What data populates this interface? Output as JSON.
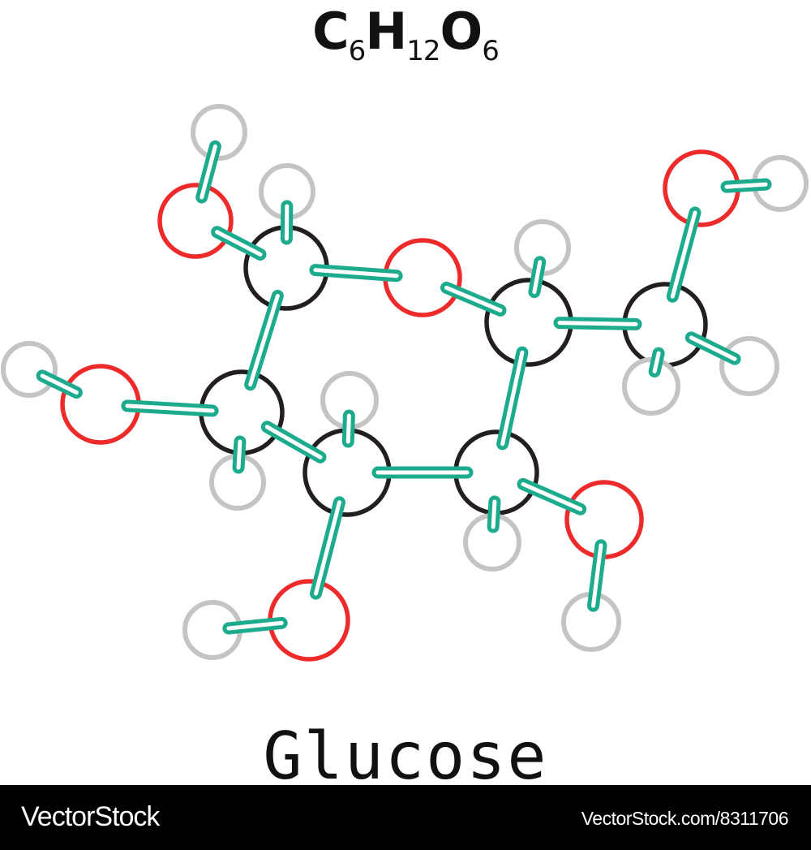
{
  "formula": {
    "parts": [
      {
        "symbol": "C",
        "count": "6"
      },
      {
        "symbol": "H",
        "count": "12"
      },
      {
        "symbol": "O",
        "count": "6"
      }
    ]
  },
  "molecule_name": "Glucose",
  "colors": {
    "C": "#231f20",
    "O": "#ee2a2a",
    "H": "#c4c4c4",
    "bond": "#1cab8c"
  },
  "atoms": [
    "C",
    "C",
    "C",
    "C",
    "C",
    "C",
    "O",
    "O",
    "O",
    "O",
    "O",
    "O",
    "H",
    "H",
    "H",
    "H",
    "H",
    "H",
    "H",
    "H",
    "H",
    "H",
    "H",
    "H"
  ],
  "bonds": [
    [
      0,
      6
    ],
    [
      0,
      1
    ],
    [
      1,
      2
    ],
    [
      2,
      3
    ],
    [
      3,
      4
    ],
    [
      4,
      6
    ],
    [
      4,
      5
    ],
    [
      0,
      7
    ],
    [
      1,
      8
    ],
    [
      2,
      9
    ],
    [
      3,
      10
    ],
    [
      5,
      11
    ],
    [
      7,
      12
    ],
    [
      0,
      13
    ],
    [
      8,
      14
    ],
    [
      1,
      15
    ],
    [
      2,
      16
    ],
    [
      9,
      17
    ],
    [
      3,
      18
    ],
    [
      10,
      19
    ],
    [
      4,
      20
    ],
    [
      5,
      21
    ],
    [
      5,
      22
    ],
    [
      11,
      23
    ]
  ],
  "footer": {
    "brand": "VectorStock",
    "url": "VectorStock.com/8311706"
  }
}
